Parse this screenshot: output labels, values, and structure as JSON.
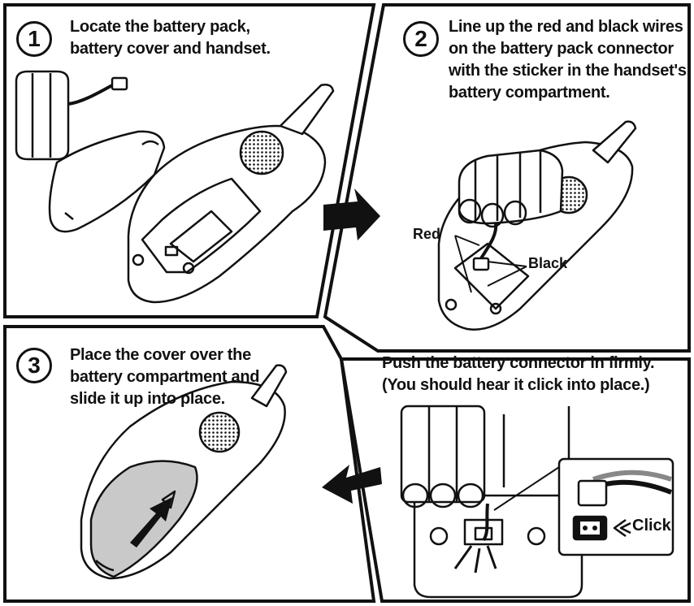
{
  "steps": [
    {
      "number": "1",
      "lines": [
        "Locate the battery pack,",
        "battery cover and handset."
      ]
    },
    {
      "number": "2",
      "lines": [
        "Line up the red and black wires",
        "on the battery pack connector",
        "with the sticker in the handset's",
        "battery compartment."
      ]
    },
    {
      "number": "3",
      "lines": [
        "Place the cover over the",
        "battery compartment and",
        "slide it up into place."
      ]
    }
  ],
  "step2_labels": {
    "red": "Red",
    "black": "Black"
  },
  "push_note": {
    "lines": [
      "Push the battery connector in firmly.",
      "(You should hear it click into place.)"
    ]
  },
  "click_label": "Click"
}
